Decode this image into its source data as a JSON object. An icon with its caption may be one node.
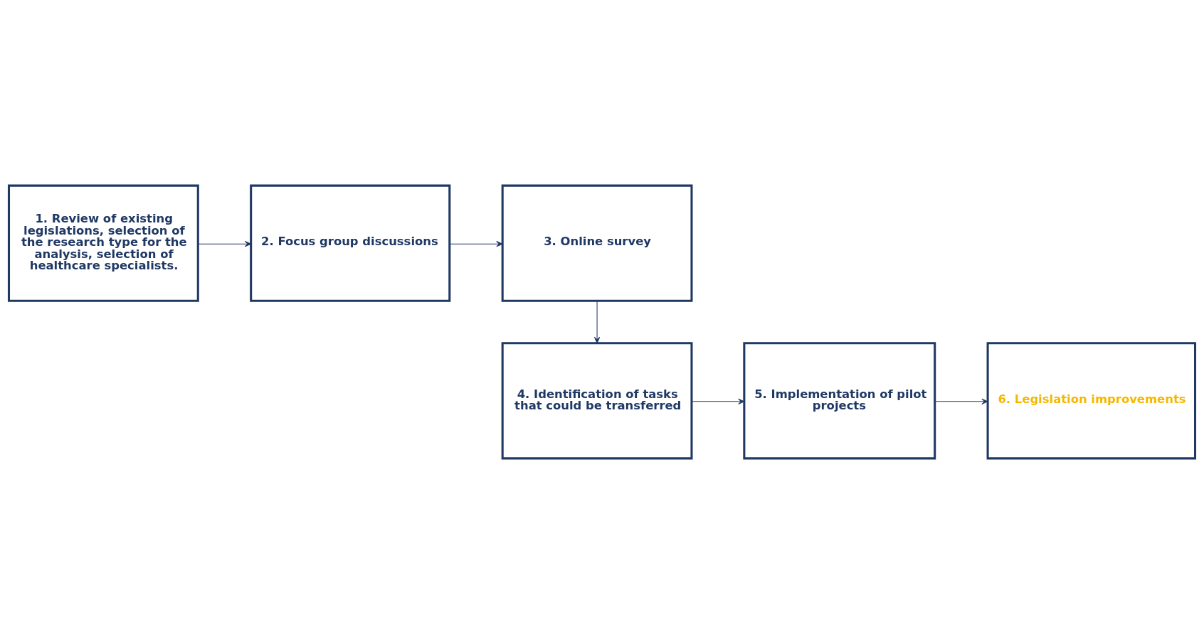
{
  "diagram": {
    "nodes": [
      {
        "text": [
          "1. Review of existing legislations, selection of the research type for the analysis, selection of healthcare specialists."
        ]
      },
      {
        "text": [
          "2. Focus group discussions"
        ]
      },
      {
        "text": [
          "3. Online survey"
        ]
      },
      {
        "text": [
          "4. Identification of tasks that could be transferred"
        ]
      },
      {
        "text": [
          "5. Implementation of pilot projects"
        ]
      },
      {
        "text": [
          "6. Legislation improvements"
        ]
      }
    ],
    "edges": [
      {
        "from": 0,
        "to": 1,
        "arrow": "to"
      },
      {
        "from": 1,
        "to": 2,
        "arrow": "to"
      },
      {
        "from": 2,
        "to": 3,
        "arrow": "to"
      },
      {
        "from": 3,
        "to": 4,
        "arrow": "to"
      },
      {
        "from": 4,
        "to": 5,
        "arrow": "to"
      }
    ]
  }
}
